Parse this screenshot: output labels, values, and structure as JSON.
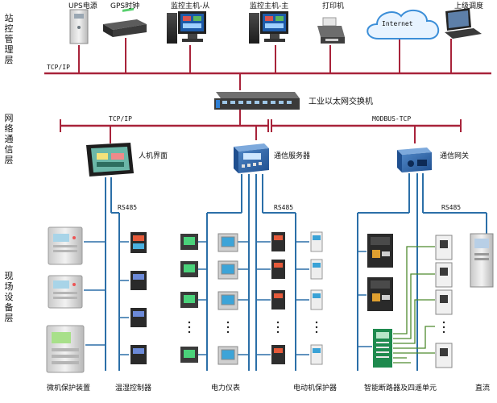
{
  "layers": {
    "station": "站控管理层",
    "network": "网络通信层",
    "field": "现场设备层"
  },
  "top_devices": {
    "ups": "UPS电源",
    "gps": "GPS时钟",
    "monitor_slave": "监控主机-从",
    "monitor_master": "监控主机-主",
    "printer": "打印机",
    "upper_dispatch": "上级调度"
  },
  "cloud_label": "Internet",
  "protocols": {
    "tcp_top": "TCP/IP",
    "tcp_mid": "TCP/IP",
    "modbus": "MODBUS-TCP",
    "rs485_1": "RS485",
    "rs485_2": "RS485",
    "rs485_3": "RS485"
  },
  "network_devices": {
    "switch": "工业以太网交换机",
    "hmi": "人机界面",
    "comm_server": "通信服务器",
    "gateway": "通信网关"
  },
  "bottom_labels": {
    "protection": "微机保护装置",
    "temp_humidity": "温湿控制器",
    "meter": "电力仪表",
    "motor_protector": "电动机保护器",
    "smart_breaker": "智能断路器及四遥单元",
    "dc": "直流"
  },
  "colors": {
    "bus_red": "#a8233a",
    "rs485_blue": "#2b6fa8",
    "green_link": "#4e8a2e"
  }
}
